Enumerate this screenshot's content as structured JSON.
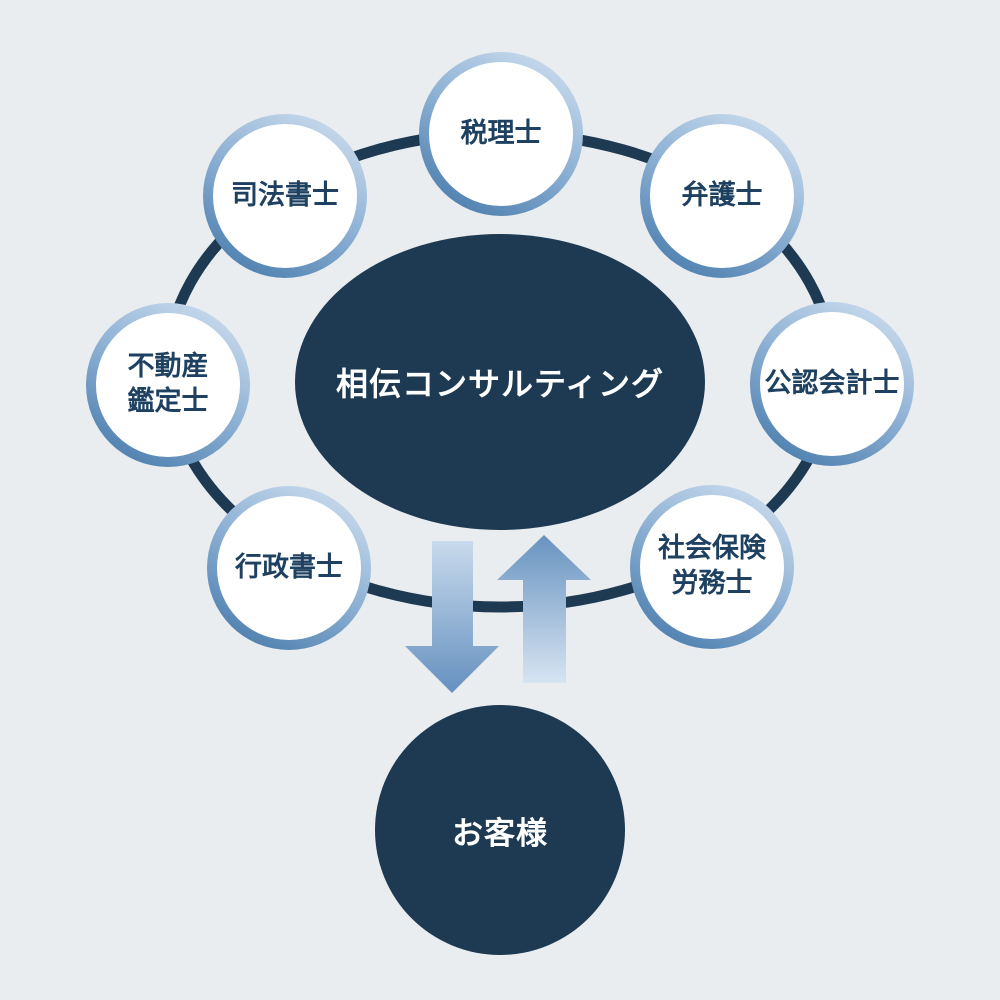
{
  "diagram": {
    "background_color": "#e9edf0",
    "center": {
      "label": "相伝コンサルティング",
      "fill_color": "#1d3a52",
      "text_color": "#ffffff"
    },
    "specialists": [
      {
        "label": "税理士"
      },
      {
        "label": "弁護士"
      },
      {
        "label": "公認会計士"
      },
      {
        "label": "社会保険\n労務士"
      },
      {
        "label": "行政書士"
      },
      {
        "label": "不動産\n鑑定士"
      },
      {
        "label": "司法書士"
      }
    ],
    "specialist_text_color": "#1f4161",
    "specialist_ring_gradient": [
      "#d6e4f2",
      "#8fb2d5",
      "#3f74a6"
    ],
    "orbit_ring_color": "#1d3a52",
    "arrows": {
      "down": {
        "direction": "down",
        "gradient_top": "#c9dbed",
        "gradient_bottom": "#6590bf"
      },
      "up": {
        "direction": "up",
        "gradient_top": "#6893c0",
        "gradient_bottom": "#d7e4f2"
      }
    },
    "customer": {
      "label": "お客様",
      "fill_color": "#1d3a52",
      "text_color": "#ffffff"
    }
  }
}
